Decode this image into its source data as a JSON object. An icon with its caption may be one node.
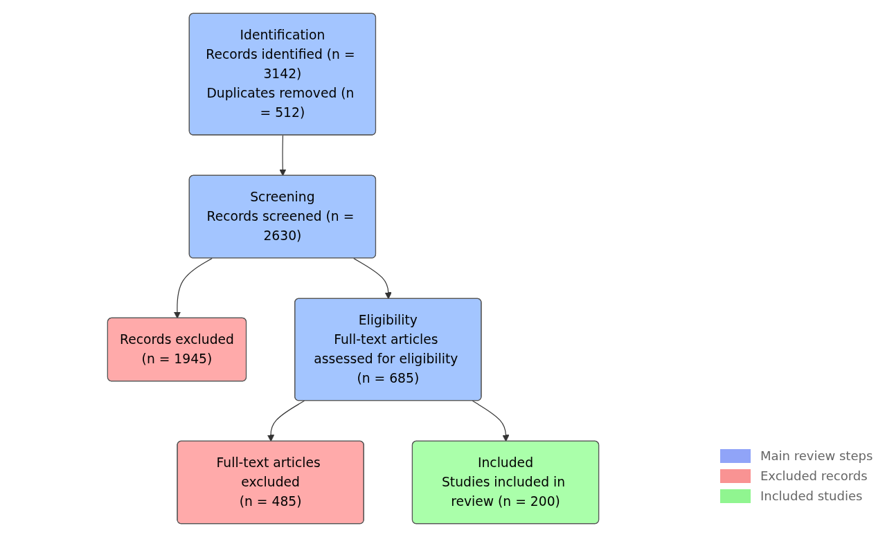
{
  "diagram": {
    "nodes": [
      {
        "text": [
          "Identification",
          "Records identified (n = 3142)",
          "Duplicates removed (n = 512)"
        ]
      },
      {
        "text": [
          "Screening",
          "Records screened (n = 2630)"
        ]
      },
      {
        "text": [
          "Records excluded",
          "(n = 1945)"
        ]
      },
      {
        "text": [
          "Eligibility",
          "Full-text articles assessed for eligibility (n = 685)"
        ]
      },
      {
        "text": [
          "Full-text articles excluded",
          "(n = 485)"
        ]
      },
      {
        "text": [
          "Included",
          "Studies included in review (n = 200)"
        ]
      }
    ],
    "edges": [
      {
        "from": 0,
        "to": 1,
        "arrow": "to"
      },
      {
        "from": 1,
        "to": 2,
        "arrow": "to"
      },
      {
        "from": 1,
        "to": 3,
        "arrow": "to"
      },
      {
        "from": 3,
        "to": 4,
        "arrow": "to"
      },
      {
        "from": 3,
        "to": 5,
        "arrow": "to"
      }
    ],
    "legend": [
      {
        "text": "Main review steps",
        "color": "#90a4f8"
      },
      {
        "text": "Excluded records",
        "color": "#f99393"
      },
      {
        "text": "Included studies",
        "color": "#90f590"
      }
    ]
  }
}
